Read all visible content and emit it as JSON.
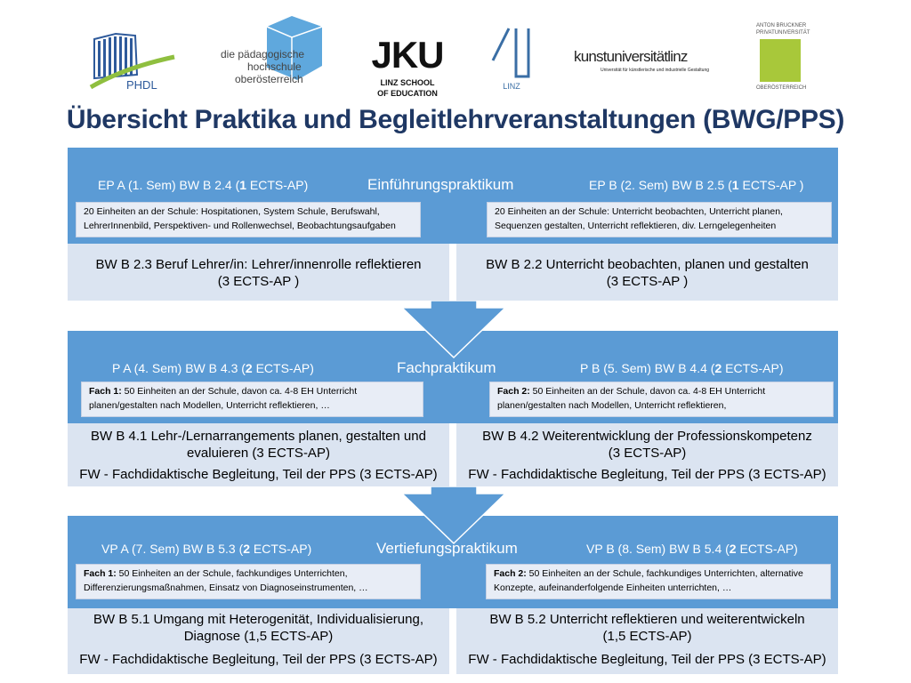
{
  "logos": {
    "phdl": "PHDL",
    "ph_line1": "die pädagogische",
    "ph_line2": "hochschule",
    "ph_line3": "oberösterreich",
    "jku": "JKU",
    "jku_sub1": "LINZ SCHOOL",
    "jku_sub2": "OF EDUCATION",
    "linz": "LINZ",
    "kunst": "kunstuniversitätlinz",
    "kunst_sub": "Universität für künstlerische und industrielle Gestaltung",
    "bruckner_top1": "ANTON BRUCKNER",
    "bruckner_top2": "PRIVATUNIVERSITÄT",
    "bruckner_bottom": "OBERÖSTERREICH"
  },
  "title": "Übersicht Praktika und Begleitlehrveranstaltungen (BWG/PPS)",
  "sections": [
    {
      "left_pre": "EP A (1. Sem)  BW B 2.4  (",
      "left_bold": "1",
      "left_post": " ECTS-AP)",
      "center": "Einführungspraktikum",
      "right_pre": "EP B (2. Sem) BW B 2.5 (",
      "right_bold": "1",
      "right_post": " ECTS-AP )",
      "box_left_head": "",
      "box_left": "20 Einheiten an der Schule: Hospitationen, System Schule, Berufswahl, LehrerInnenbild, Perspektiven- und Rollenwechsel, Beobachtungsaufgaben",
      "box_right_head": "",
      "box_right": "20 Einheiten an der Schule: Unterricht beobachten, Unterricht planen, Sequenzen gestalten, Unterricht reflektieren, div. Lerngelegenheiten",
      "lower_left_1": "BW B 2.3  Beruf Lehrer/in: Lehrer/innenrolle reflektieren",
      "lower_left_2": "(3 ECTS-AP )",
      "lower_right_1": "BW B 2.2   Unterricht beobachten, planen und gestalten",
      "lower_right_2": "(3 ECTS-AP )",
      "fw_left": "",
      "fw_right": ""
    },
    {
      "left_pre": "P A  (4. Sem) BW B 4.3 (",
      "left_bold": "2",
      "left_post": " ECTS-AP)",
      "center": "Fachpraktikum",
      "right_pre": "P B (5. Sem)  BW B 4.4 (",
      "right_bold": "2",
      "right_post": " ECTS-AP)",
      "box_left_head": "Fach 1:",
      "box_left": " 50 Einheiten an der Schule, davon ca. 4-8 EH Unterricht planen/gestalten nach Modellen, Unterricht reflektieren, …",
      "box_right_head": "Fach 2:",
      "box_right": " 50 Einheiten an der Schule, davon ca. 4-8 EH Unterricht planen/gestalten nach Modellen, Unterricht reflektieren,",
      "lower_left_1": "BW  B 4.1 Lehr-/Lernarrangements planen, gestalten und",
      "lower_left_2": "evaluieren (3 ECTS-AP)",
      "lower_right_1": "BW B 4.2 Weiterentwicklung der Professionskompetenz",
      "lower_right_2": "(3 ECTS-AP)",
      "fw_left": "FW - Fachdidaktische Begleitung, Teil der PPS (3 ECTS-AP)",
      "fw_right": "FW - Fachdidaktische Begleitung, Teil der PPS (3 ECTS-AP)"
    },
    {
      "left_pre": "VP A (7. Sem) BW B 5.3 (",
      "left_bold": "2",
      "left_post": " ECTS-AP)",
      "center": "Vertiefungspraktikum",
      "right_pre": "VP B (8. Sem) BW B 5.4 (",
      "right_bold": "2",
      "right_post": " ECTS-AP)",
      "box_left_head": "Fach 1:",
      "box_left": " 50 Einheiten an der Schule, fachkundiges Unterrichten, Differenzierungsmaßnahmen, Einsatz von Diagnoseinstrumenten, …",
      "box_right_head": "Fach 2:",
      "box_right": " 50 Einheiten an der Schule, fachkundiges Unterrichten, alternative Konzepte, aufeinanderfolgende Einheiten unterrichten, …",
      "lower_left_1": "BW B 5.1 Umgang mit Heterogenität, Individualisierung,",
      "lower_left_2": "Diagnose (1,5 ECTS-AP)",
      "lower_right_1": "BW B 5.2 Unterricht reflektieren und weiterentwickeln",
      "lower_right_2": "(1,5 ECTS-AP)",
      "fw_left": "FW - Fachdidaktische Begleitung, Teil der PPS (3 ECTS-AP)",
      "fw_right": "FW - Fachdidaktische Begleitung, Teil der PPS (3 ECTS-AP)"
    }
  ],
  "colors": {
    "title": "#1f3864",
    "band": "#5b9bd5",
    "lower": "#dbe4f1",
    "box": "#e8edf6"
  }
}
